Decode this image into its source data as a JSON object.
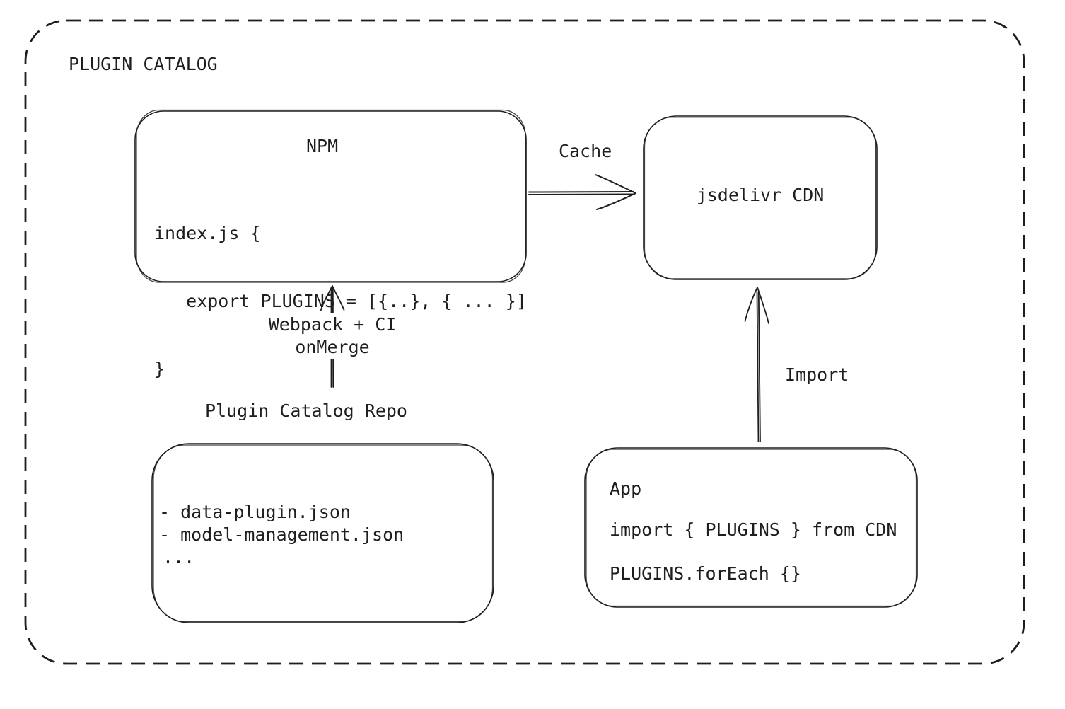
{
  "diagram": {
    "title": "PLUGIN CATALOG",
    "nodes": {
      "npm": {
        "title": "NPM",
        "code_lines": [
          "index.js {",
          "   export PLUGINS = [{..}, { ... }]",
          "}"
        ]
      },
      "cdn": {
        "label": "jsdelivr CDN"
      },
      "repo": {
        "label": "Plugin Catalog Repo",
        "items": [
          "- data-plugin.json",
          "- model-management.json",
          "..."
        ]
      },
      "app": {
        "title": "App",
        "code_lines": [
          "import { PLUGINS } from CDN",
          "PLUGINS.forEach {}"
        ]
      }
    },
    "edges": {
      "cache": {
        "label": "Cache",
        "from": "npm",
        "to": "cdn"
      },
      "build": {
        "label_lines": [
          "Webpack + CI",
          "onMerge"
        ],
        "from": "repo",
        "to": "npm"
      },
      "import": {
        "label": "Import",
        "from": "app",
        "to": "cdn"
      }
    },
    "colors": {
      "stroke": "#1e1e1e",
      "background": "#ffffff"
    }
  }
}
